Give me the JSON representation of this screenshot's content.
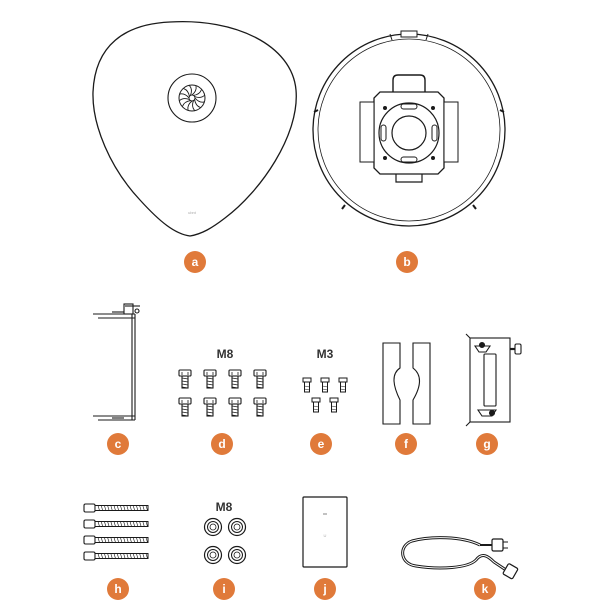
{
  "colors": {
    "badge": "#E07A3A",
    "line": "#1a1a1a"
  },
  "parts": {
    "a": {
      "letter": "a"
    },
    "b": {
      "letter": "b"
    },
    "c": {
      "letter": "c"
    },
    "d": {
      "letter": "d",
      "size": "M8"
    },
    "e": {
      "letter": "e",
      "size": "M3"
    },
    "f": {
      "letter": "f"
    },
    "g": {
      "letter": "g"
    },
    "h": {
      "letter": "h"
    },
    "i": {
      "letter": "i",
      "size": "M8"
    },
    "j": {
      "letter": "j"
    },
    "k": {
      "letter": "k"
    }
  },
  "icons": {
    "a": "dish-reflector-front-icon",
    "b": "dish-reflector-back-icon",
    "c": "pole-bracket-icon",
    "d": "m8-bolts-icon",
    "e": "m3-screws-icon",
    "f": "clamp-brackets-icon",
    "g": "mount-plate-icon",
    "h": "long-bolts-icon",
    "i": "m8-nuts-icon",
    "j": "poe-adapter-icon",
    "k": "ethernet-cable-icon"
  }
}
